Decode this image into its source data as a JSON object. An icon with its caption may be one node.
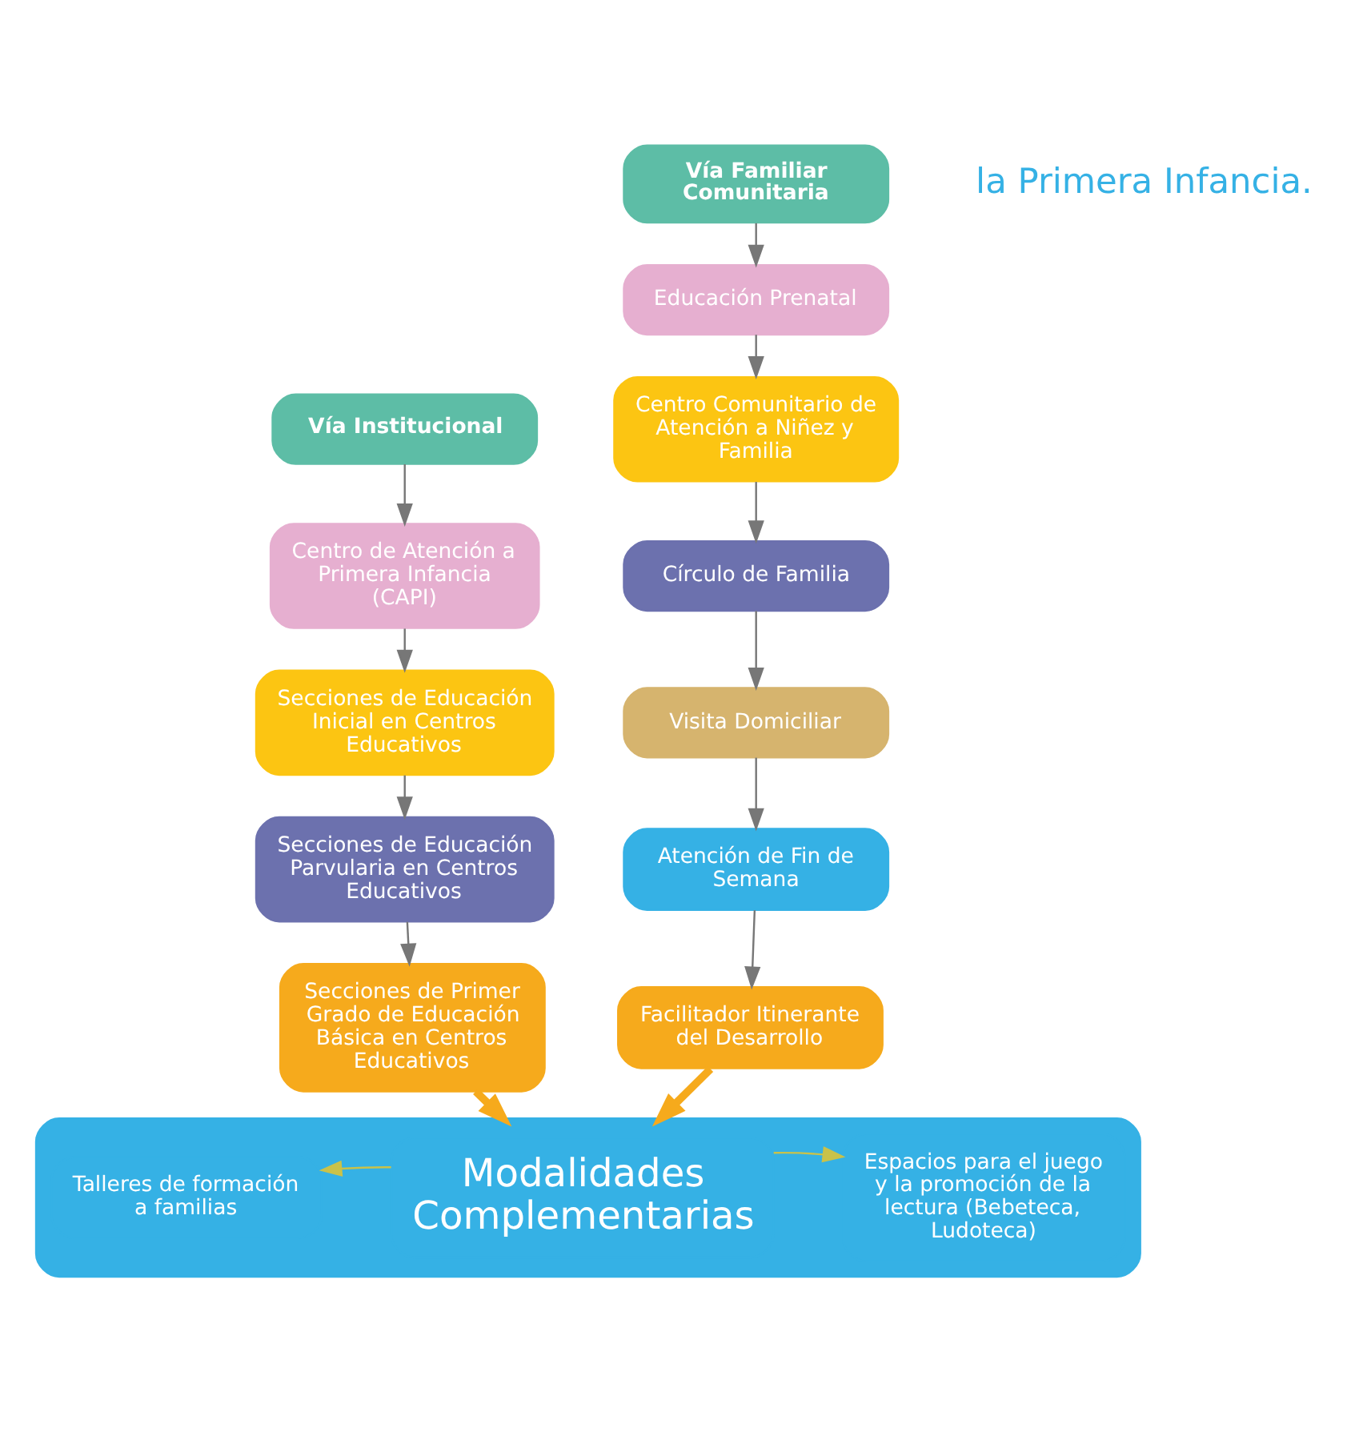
{
  "diagram": {
    "nodes": [
      {
        "text": [
          "Vía Institucional"
        ]
      },
      {
        "text": [
          "Centro de Atención a Primera Infancia (CAPI)"
        ]
      },
      {
        "text": [
          "Secciones de Educación Inicial en Centros Educativos"
        ]
      },
      {
        "text": [
          "Secciones de Educación Parvularia en Centros Educativos"
        ]
      },
      {
        "text": [
          "Secciones de Primer Grado de Educación Básica en Centros Educativos"
        ]
      },
      {
        "text": [
          "Vía Familiar Comunitaria"
        ]
      },
      {
        "text": [
          "Educación Prenatal"
        ]
      },
      {
        "text": [
          "Centro Comunitario de Atención a Niñez y Familia"
        ]
      },
      {
        "text": [
          "Círculo de Familia"
        ]
      },
      {
        "text": [
          "Visita Domiciliar"
        ]
      },
      {
        "text": [
          "Atención de Fin de Semana"
        ]
      },
      {
        "text": [
          "Facilitador Itinerante del Desarrollo"
        ]
      },
      {
        "text": [],
        "shape": "box"
      },
      {
        "text": [
          "Modalidades Complementarias"
        ],
        "in": 12
      },
      {
        "text": [
          "Talleres de formación a familias"
        ],
        "in": 12
      },
      {
        "text": [
          "Espacios para el juego y la promoción de la lectura (Bebeteca, Ludoteca)"
        ],
        "in": 12
      }
    ],
    "edges": [
      {
        "from": 0,
        "to": 1,
        "arrow": "to"
      },
      {
        "from": 1,
        "to": 2,
        "arrow": "to"
      },
      {
        "from": 2,
        "to": 3,
        "arrow": "to"
      },
      {
        "from": 3,
        "to": 4,
        "arrow": "to"
      },
      {
        "from": 5,
        "to": 6,
        "arrow": "to"
      },
      {
        "from": 6,
        "to": 7,
        "arrow": "to"
      },
      {
        "from": 7,
        "to": 8,
        "arrow": "to"
      },
      {
        "from": 8,
        "to": 9,
        "arrow": "to"
      },
      {
        "from": 9,
        "to": 10,
        "arrow": "to"
      },
      {
        "from": 10,
        "to": 11,
        "arrow": "to"
      },
      {
        "from": 4,
        "to": 12,
        "arrow": "to",
        "style": "thick",
        "color": "#f6aa1c"
      },
      {
        "from": 11,
        "to": 12,
        "arrow": "to",
        "style": "thick",
        "color": "#f6aa1c"
      },
      {
        "from": 13,
        "to": 14,
        "arrow": "to",
        "color": "#c9c24a"
      },
      {
        "from": 13,
        "to": 15,
        "arrow": "to",
        "color": "#c9c24a"
      }
    ],
    "labels": [
      "la Primera Infancia."
    ]
  }
}
